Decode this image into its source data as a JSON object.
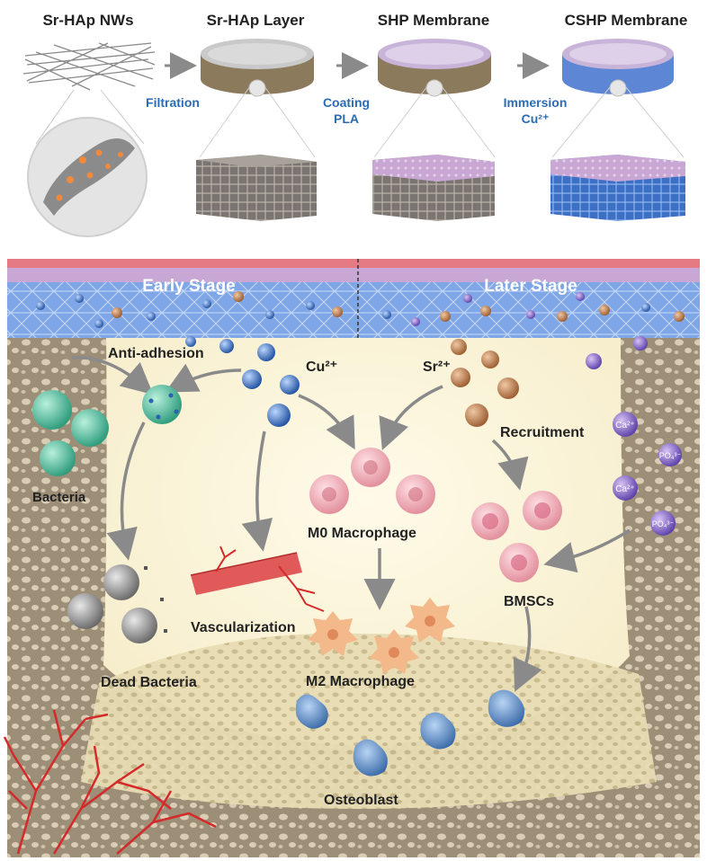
{
  "top_panel": {
    "stages": [
      {
        "title": "Sr-HAp NWs"
      },
      {
        "title": "Sr-HAp Layer"
      },
      {
        "title": "SHP Membrane"
      },
      {
        "title": "CSHP Membrane"
      }
    ],
    "steps": [
      {
        "lines": [
          "Filtration"
        ]
      },
      {
        "lines": [
          "Coating",
          "PLA"
        ]
      },
      {
        "lines": [
          "Immersion",
          "Cu²⁺"
        ]
      }
    ]
  },
  "bottom_panel": {
    "stage_labels": {
      "early": "Early Stage",
      "later": "Later Stage"
    },
    "ions": {
      "cu": "Cu²⁺",
      "sr": "Sr²⁺"
    },
    "small_ions": {
      "ca": "Ca²⁺",
      "po4": "PO₄³⁻"
    },
    "labels": {
      "anti_adhesion": "Anti-adhesion",
      "bacteria": "Bacteria",
      "dead_bacteria": "Dead Bacteria",
      "vascularization": "Vascularization",
      "m0": "M0 Macrophage",
      "m2": "M2 Macrophage",
      "recruitment": "Recruitment",
      "bmscs": "BMSCs",
      "osteoblast": "Osteoblast"
    }
  }
}
